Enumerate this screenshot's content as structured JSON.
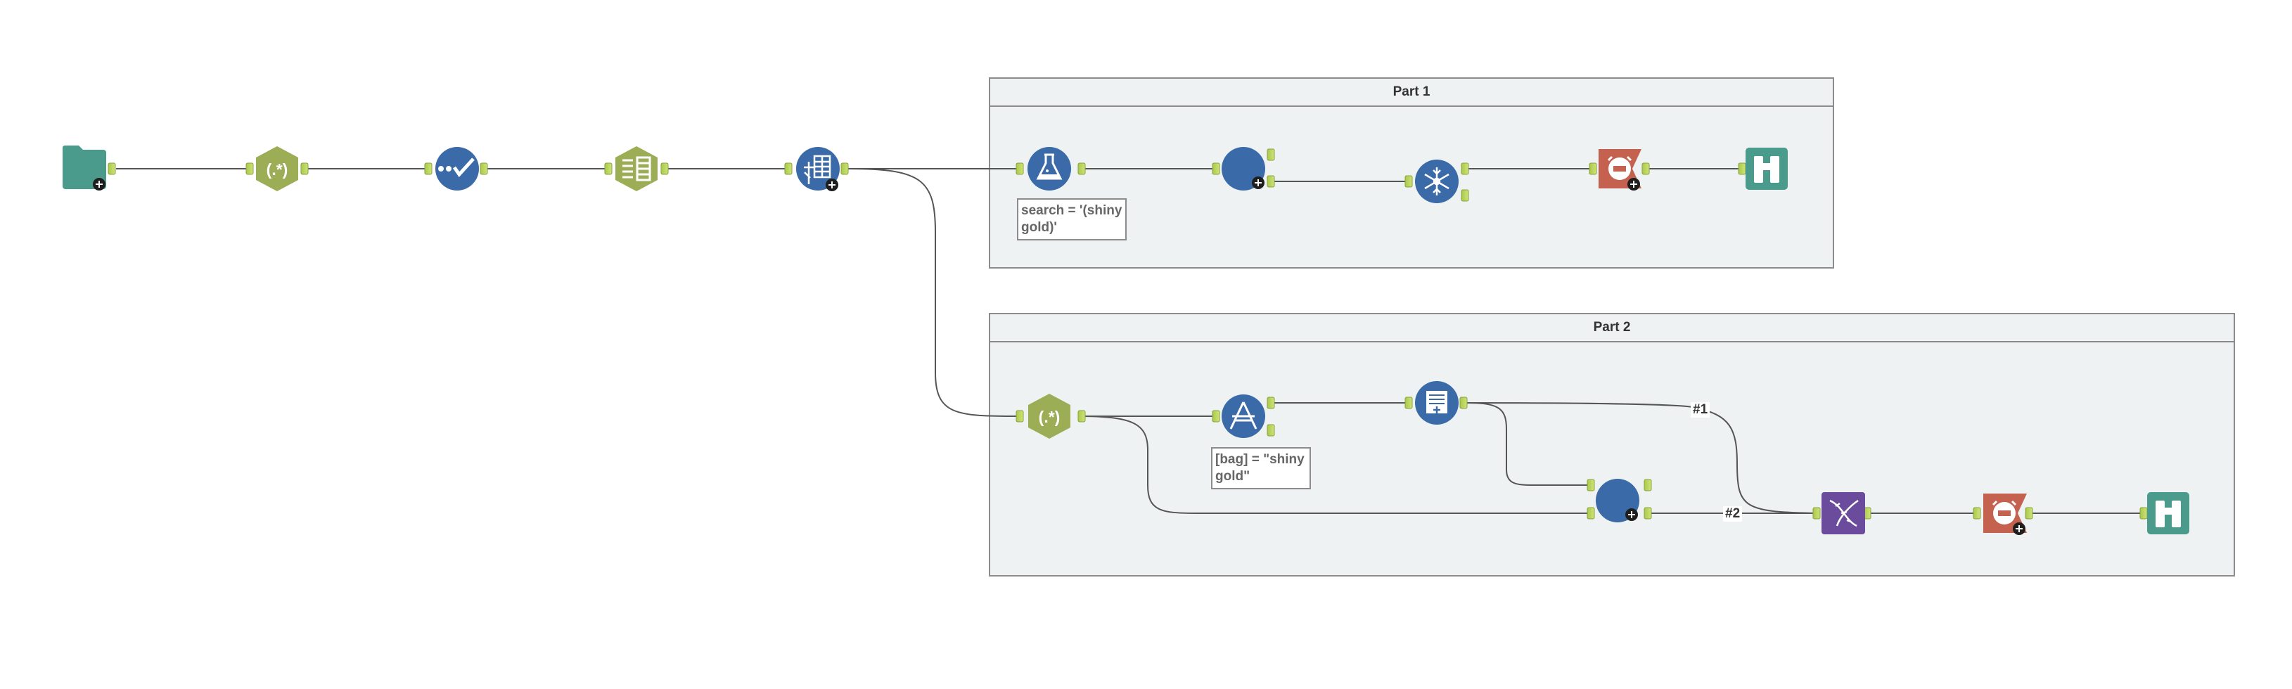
{
  "containers": {
    "part1": {
      "title": "Part 1"
    },
    "part2": {
      "title": "Part 2"
    }
  },
  "annotations": {
    "search_filter": "search = '(shiny\ngold)'",
    "bag_filter": "[bag] = \"shiny\ngold\""
  },
  "connection_labels": {
    "input_1": "#1",
    "input_2": "#2"
  },
  "colors": {
    "input_tool": "#4a9b8c",
    "parse_tool": "#9bad55",
    "prep_tool": "#3a6aa7",
    "transform_tool": "#3a6aa7",
    "join_tool": "#6a4b9c",
    "developer_tool": "#c5614f",
    "output_tool": "#4a9b8c",
    "anchor": "#b9d95a",
    "container_bg": "#eef2f3"
  },
  "tools": [
    {
      "id": "input-data",
      "icon": "folder-icon"
    },
    {
      "id": "regex-1",
      "icon": "regex-icon"
    },
    {
      "id": "select",
      "icon": "checkmark-icon"
    },
    {
      "id": "text-to-columns",
      "icon": "text-to-columns-icon"
    },
    {
      "id": "transpose",
      "icon": "table-cross-icon"
    },
    {
      "id": "formula",
      "icon": "flask-icon"
    },
    {
      "id": "filter-1",
      "icon": "circle-icon"
    },
    {
      "id": "generate-rows",
      "icon": "snowflake-icon"
    },
    {
      "id": "macro-1",
      "icon": "macro-icon"
    },
    {
      "id": "browse-1",
      "icon": "binoculars-icon"
    },
    {
      "id": "regex-2",
      "icon": "regex-icon"
    },
    {
      "id": "filter-2",
      "icon": "triangle-filter-icon"
    },
    {
      "id": "summarize",
      "icon": "summarize-icon"
    },
    {
      "id": "filter-3",
      "icon": "circle-icon"
    },
    {
      "id": "append-fields",
      "icon": "dna-icon"
    },
    {
      "id": "macro-2",
      "icon": "macro-icon"
    },
    {
      "id": "browse-2",
      "icon": "binoculars-icon"
    }
  ]
}
